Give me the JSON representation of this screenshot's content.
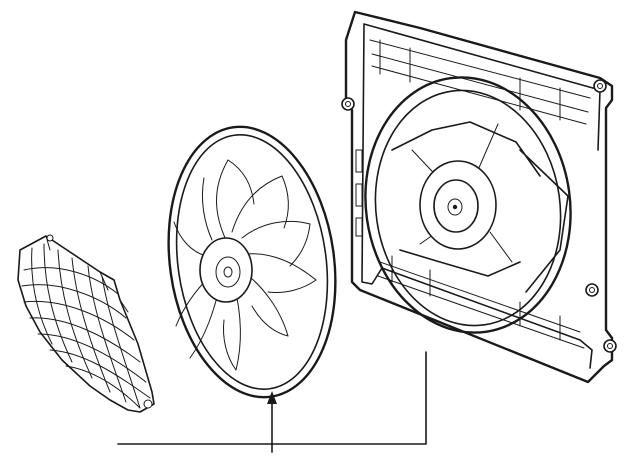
{
  "diagram": {
    "kind": "exploded-parts-illustration",
    "parts": [
      {
        "id": "guard",
        "icon": "fan-guard-icon"
      },
      {
        "id": "fan",
        "icon": "fan-blade-icon"
      },
      {
        "id": "shroud",
        "icon": "fan-shroud-icon"
      }
    ],
    "callout": {
      "connects": [
        "fan",
        "shroud"
      ]
    },
    "colors": {
      "ink": "#1a1a1a",
      "background": "#ffffff"
    }
  }
}
